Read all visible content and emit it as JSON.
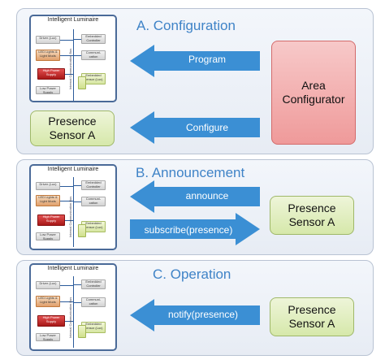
{
  "panels": [
    {
      "title": "A. Configuration"
    },
    {
      "title": "B. Announcement"
    },
    {
      "title": "C. Operation"
    }
  ],
  "luminaire": {
    "title": "Intelligent Luminaire",
    "blocks": {
      "driver": "Driver (Lux)",
      "led": "LED Lights & Light Mods",
      "hp": "High Power Supply",
      "lp": "Low Power Supply",
      "ec": "Embedded Controller",
      "comm": "Communi-cation",
      "sensor": "Embedded Sensor (Lux)"
    },
    "bus_label": "Internal Communication Bus"
  },
  "nodes": {
    "area_configurator": "Area\nConfigurator",
    "presence_sensor": "Presence\nSensor A"
  },
  "arrows": {
    "program": "Program",
    "configure": "Configure",
    "announce": "announce",
    "subscribe": "subscribe(presence)",
    "notify": "notify(presence)"
  },
  "colors": {
    "arrow_blue": "#3b8fd4",
    "title_blue": "#3f83c7",
    "node_green": "#d6e8aa",
    "node_pink": "#ef9a9a"
  }
}
